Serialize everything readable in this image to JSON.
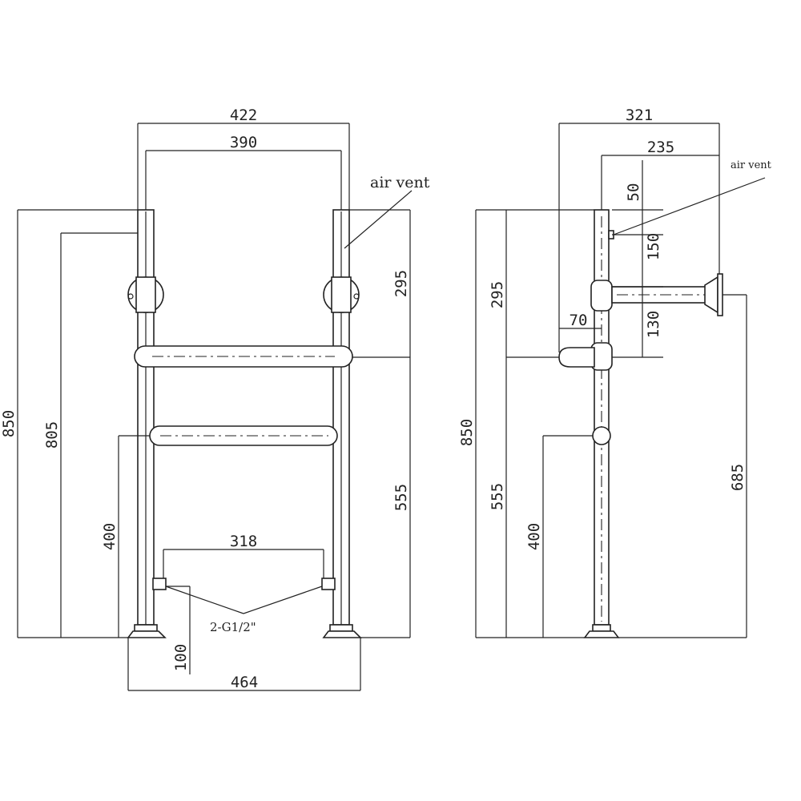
{
  "front_view": {
    "dims": {
      "top_outer_width": "422",
      "top_inner_width": "390",
      "overall_height": "850",
      "height_805": "805",
      "height_400": "400",
      "height_295": "295",
      "height_555": "555",
      "width_318": "318",
      "depth_100": "100",
      "base_width": "464"
    },
    "labels": {
      "air_vent": "air vent",
      "connection": "2-G1/2\""
    }
  },
  "side_view": {
    "dims": {
      "width_321": "321",
      "width_235": "235",
      "dim_50": "50",
      "dim_150": "150",
      "dim_70": "70",
      "dim_130": "130",
      "height_295": "295",
      "overall_height": "850",
      "height_555": "555",
      "height_400": "400",
      "height_685": "685"
    },
    "labels": {
      "air_vent": "air vent"
    }
  }
}
